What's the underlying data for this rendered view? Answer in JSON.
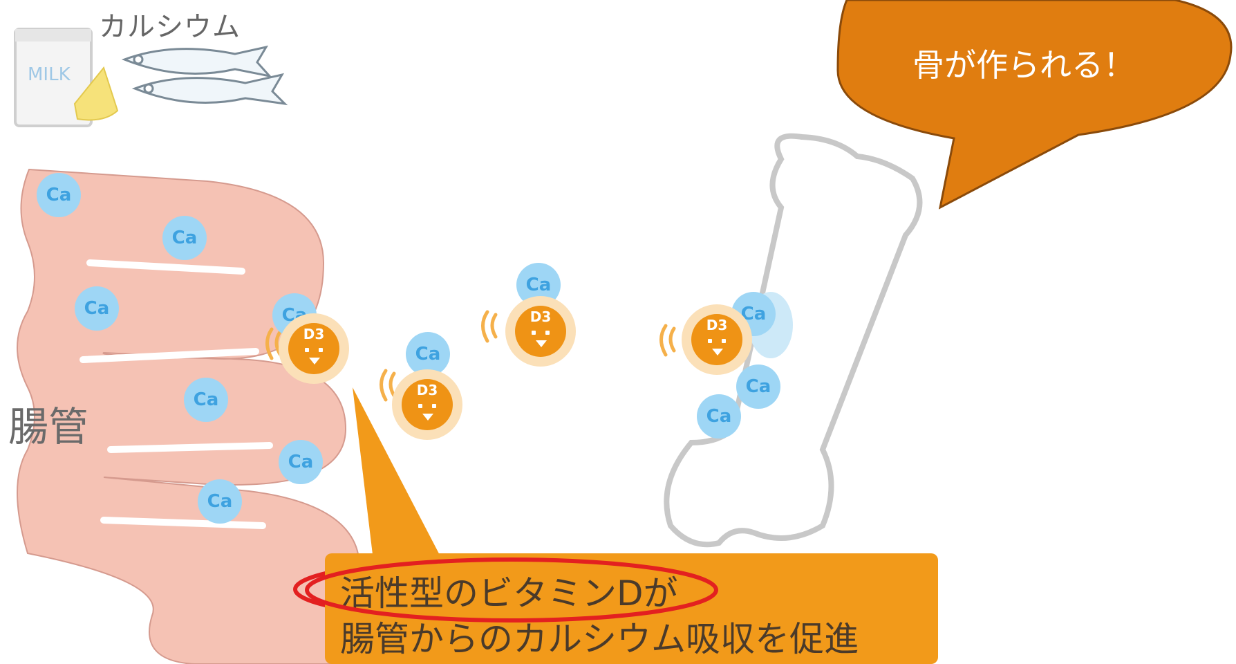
{
  "calcium_label": "カルシウム",
  "milk_label": "MILK",
  "gut_label": "腸管",
  "speech_bubble": "骨が作られる！",
  "calcium_symbol": "Ca",
  "vitamin_symbol": "D3",
  "caption": {
    "line1": "活性型のビタミンDが",
    "line2": "腸管からのカルシウム吸収を促進"
  },
  "colors": {
    "intestine": "#f5c2b4",
    "calcium": "#9ed6f5",
    "vitamin": "#ef9315",
    "bubble": "#e07d10",
    "caption_box": "#f29a1a",
    "highlight_ellipse": "#e32020",
    "bone_outline": "#c8c8c8"
  }
}
